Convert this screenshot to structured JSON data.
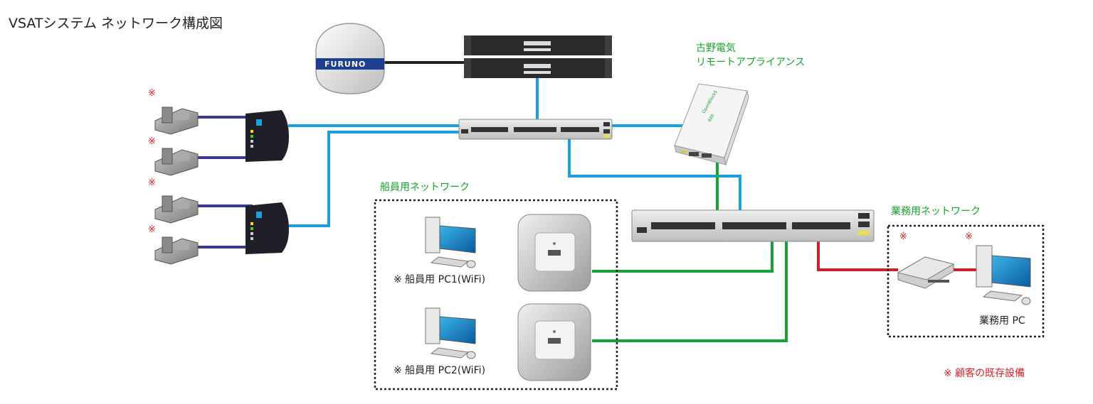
{
  "title": "VSATシステム ネットワーク構成図",
  "antenna": {
    "brand": "FURUNO"
  },
  "remote_appliance": {
    "label_line1": "古野電気",
    "label_line2": "リモートアプライアンス",
    "device_text_line1": "OpenBlockS",
    "device_text_line2": "600"
  },
  "crew_network": {
    "label": "船員用ネットワーク",
    "pc1_label": "※ 船員用 PC1(WiFi)",
    "pc2_label": "※ 船員用 PC2(WiFi)"
  },
  "business_network": {
    "label": "業務用ネットワーク",
    "pc_label": "業務用 PC"
  },
  "existing_mark": "※",
  "legend": "※ 顧客の既存設備",
  "colors": {
    "lan": "#1aa0dc",
    "phone": "#3a3a8c",
    "crew": "#17a03a",
    "business": "#cc1f2a",
    "antenna_link": "#1a1a1a"
  }
}
